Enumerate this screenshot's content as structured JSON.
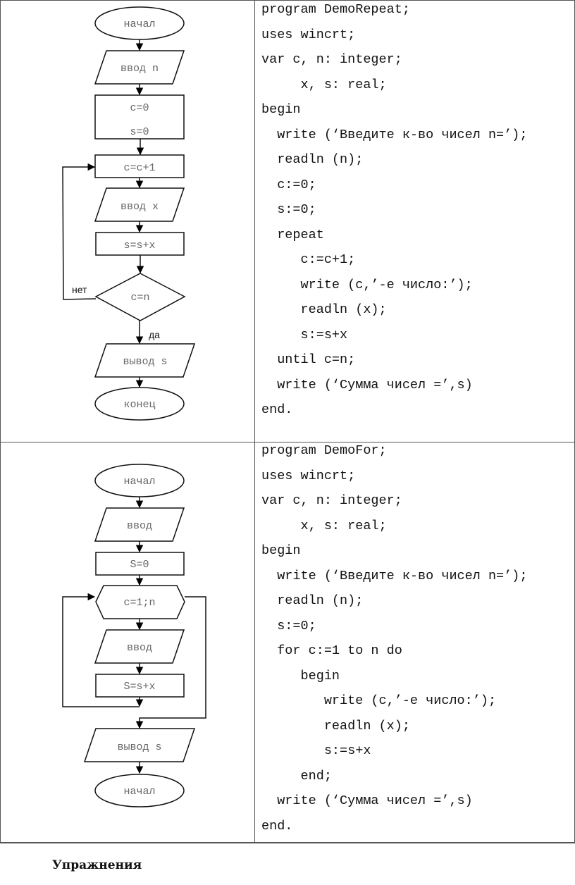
{
  "table": {
    "rows": [
      {
        "flowchart": {
          "start": "начал",
          "input_n": "ввод n",
          "init_line1": "c=0",
          "init_line2": "s=0",
          "increment": "c=c+1",
          "input_x": "ввод x",
          "accumulate": "s=s+x",
          "condition": "c=n",
          "branch_no": "нет",
          "branch_yes": "да",
          "output": "вывод s",
          "end": "конец"
        },
        "code": [
          "program DemoRepeat;",
          "uses wincrt;",
          "var c, n: integer;",
          "     x, s: real;",
          "begin",
          "  write (‘Введите к-во чисел n=’);",
          "  readln (n);",
          "  c:=0;",
          "  s:=0;",
          "  repeat",
          "     c:=c+1;",
          "     write (c,’-е число:’);",
          "     readln (x);",
          "     s:=s+x",
          "  until c=n;",
          "  write (‘Сумма чисел =’,s)",
          "end."
        ]
      },
      {
        "flowchart": {
          "start": "начал",
          "input": "ввод",
          "init": "S=0",
          "loop": "c=1;n",
          "input_x": "ввод",
          "accumulate": "S=s+x",
          "output": "вывод s",
          "end": "начал"
        },
        "code": [
          "program DemoFor;",
          "uses wincrt;",
          "var c, n: integer;",
          "     x, s: real;",
          "begin",
          "  write (‘Введите к-во чисел n=’);",
          "  readln (n);",
          "  s:=0;",
          "  for c:=1 to n do",
          "     begin",
          "        write (c,’-е число:’);",
          "        readln (x);",
          "        s:=s+x",
          "     end;",
          "  write (‘Сумма чисел =’,s)",
          "end."
        ]
      }
    ]
  },
  "section_heading": "Упражнения"
}
